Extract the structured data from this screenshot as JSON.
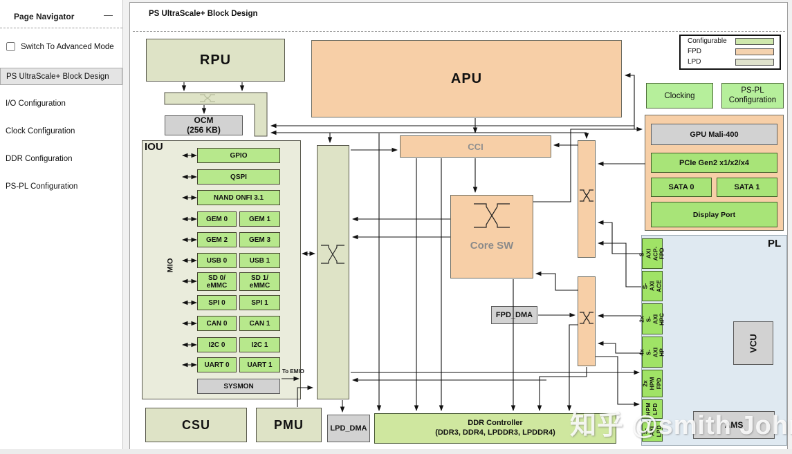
{
  "sidebar": {
    "title": "Page Navigator",
    "collapse_glyph": "—",
    "checkbox_label": "Switch To Advanced Mode",
    "items": [
      {
        "label": "PS UltraScale+ Block Design",
        "selected": true
      },
      {
        "label": "I/O Configuration",
        "selected": false
      },
      {
        "label": "Clock Configuration",
        "selected": false
      },
      {
        "label": "DDR Configuration",
        "selected": false
      },
      {
        "label": "PS-PL Configuration",
        "selected": false
      }
    ]
  },
  "panel": {
    "title": "PS UltraScale+ Block Design"
  },
  "legend": {
    "items": [
      {
        "label": "Configurable",
        "color": "#cfe8ad"
      },
      {
        "label": "FPD",
        "color": "#f4d2ae"
      },
      {
        "label": "LPD",
        "color": "#dfe2cc"
      }
    ]
  },
  "controls": {
    "clocking": "Clocking",
    "pspl_config": "PS-PL Configuration"
  },
  "blocks": {
    "rpu": "RPU",
    "apu": "APU",
    "cci": "CCI",
    "core_sw": "Core SW",
    "ocm": "OCM\n(256 KB)",
    "csu": "CSU",
    "pmu": "PMU",
    "lpd_dma": "LPD_DMA",
    "fpd_dma": "FPD_DMA",
    "ddr_line1": "DDR Controller",
    "ddr_line2": "(DDR3, DDR4, LPDDR3, LPDDR4)"
  },
  "iou": {
    "label": "IOU",
    "mio": "MIO",
    "to_emio": "To EMIO",
    "full_rows": [
      "GPIO",
      "QSPI",
      "NAND ONFI 3.1"
    ],
    "pair_rows": [
      [
        "GEM 0",
        "GEM 1"
      ],
      [
        "GEM 2",
        "GEM 3"
      ],
      [
        "USB 0",
        "USB 1"
      ],
      [
        "SD 0/\neMMC",
        "SD 1/\neMMC"
      ],
      [
        "SPI 0",
        "SPI 1"
      ],
      [
        "CAN 0",
        "CAN 1"
      ],
      [
        "I2C 0",
        "I2C 1"
      ],
      [
        "UART 0",
        "UART 1"
      ]
    ],
    "sysmon": "SYSMON"
  },
  "fpd_panel": {
    "gpu": "GPU Mali-400",
    "pcie": "PCIe Gen2 x1/x2/x4",
    "sata0": "SATA 0",
    "sata1": "SATA 1",
    "display_port": "Display Port"
  },
  "pl": {
    "label": "PL",
    "tabs": [
      "S-AXI\nACP-FPD",
      "S-AXI\nACE",
      "2x S-AXI\nHPC",
      "4x S-AXI\nHP",
      "2x HPM\nFPD",
      "HPM\nLPD",
      "S-AXI\nLPD"
    ],
    "vcu": "VCU",
    "ams": "AMS"
  },
  "watermark": "知乎 @smith John"
}
